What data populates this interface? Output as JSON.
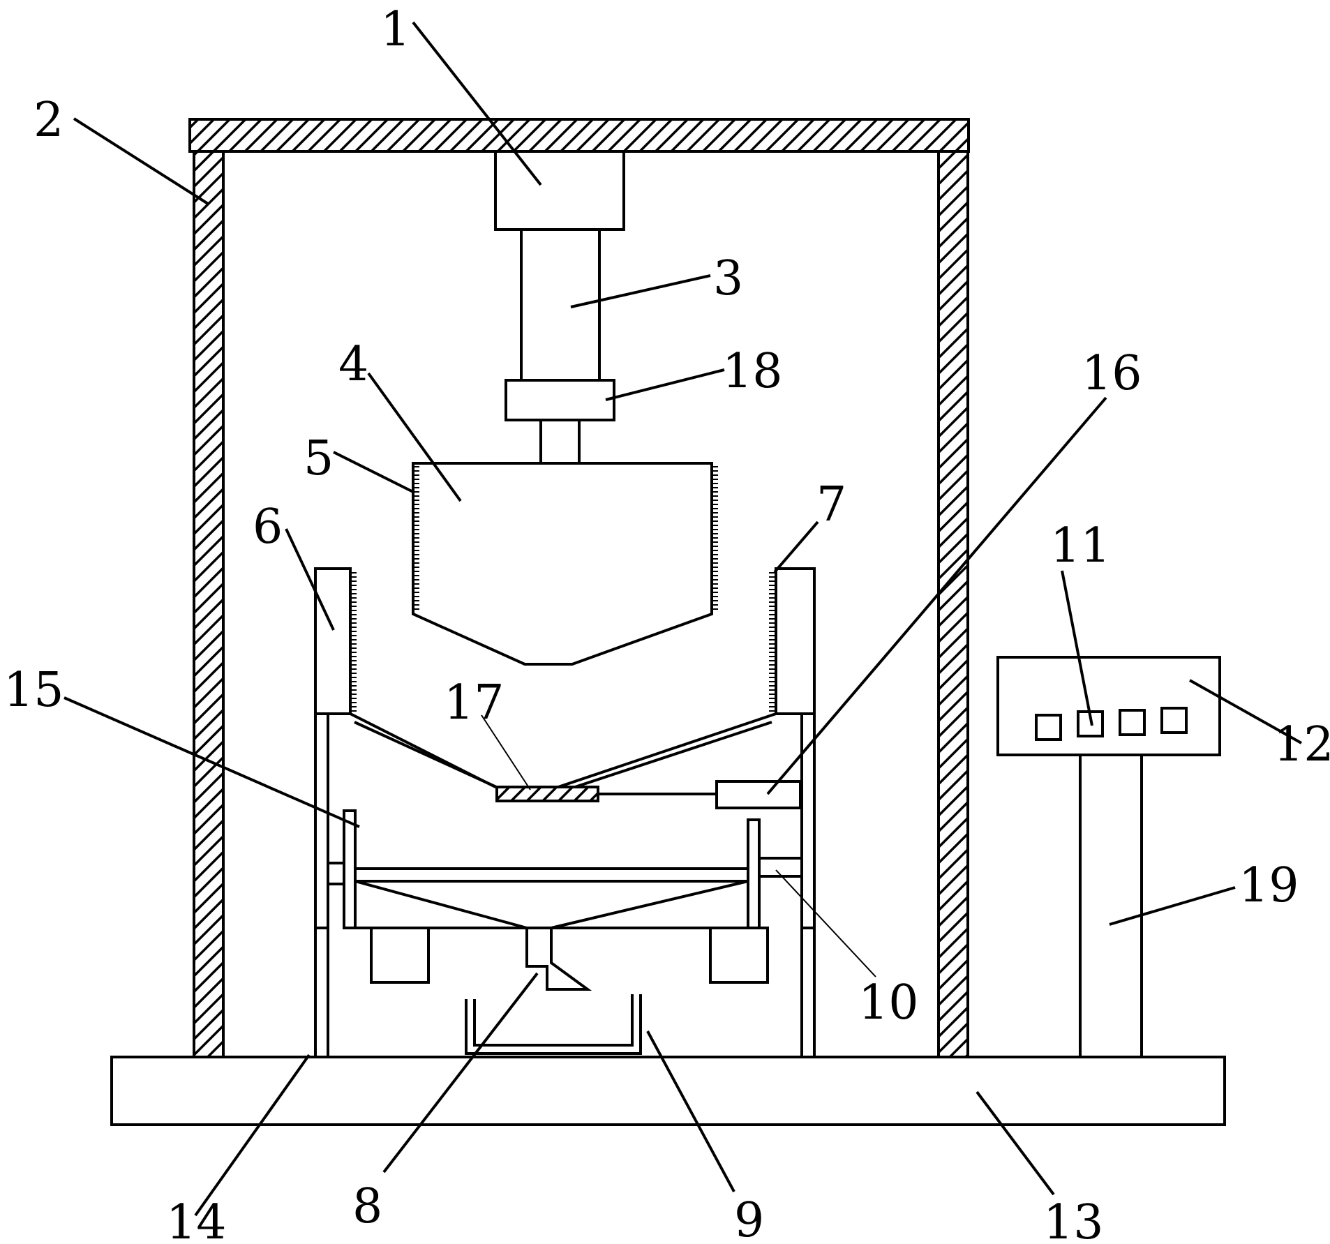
{
  "diagram": {
    "colors": {
      "line": "#000000",
      "background": "#ffffff"
    },
    "labels": {
      "1": "1",
      "2": "2",
      "3": "3",
      "4": "4",
      "5": "5",
      "6": "6",
      "7": "7",
      "8": "8",
      "9": "9",
      "10": "10",
      "11": "11",
      "12": "12",
      "13": "13",
      "14": "14",
      "15": "15",
      "16": "16",
      "17": "17",
      "18": "18",
      "19": "19"
    }
  }
}
